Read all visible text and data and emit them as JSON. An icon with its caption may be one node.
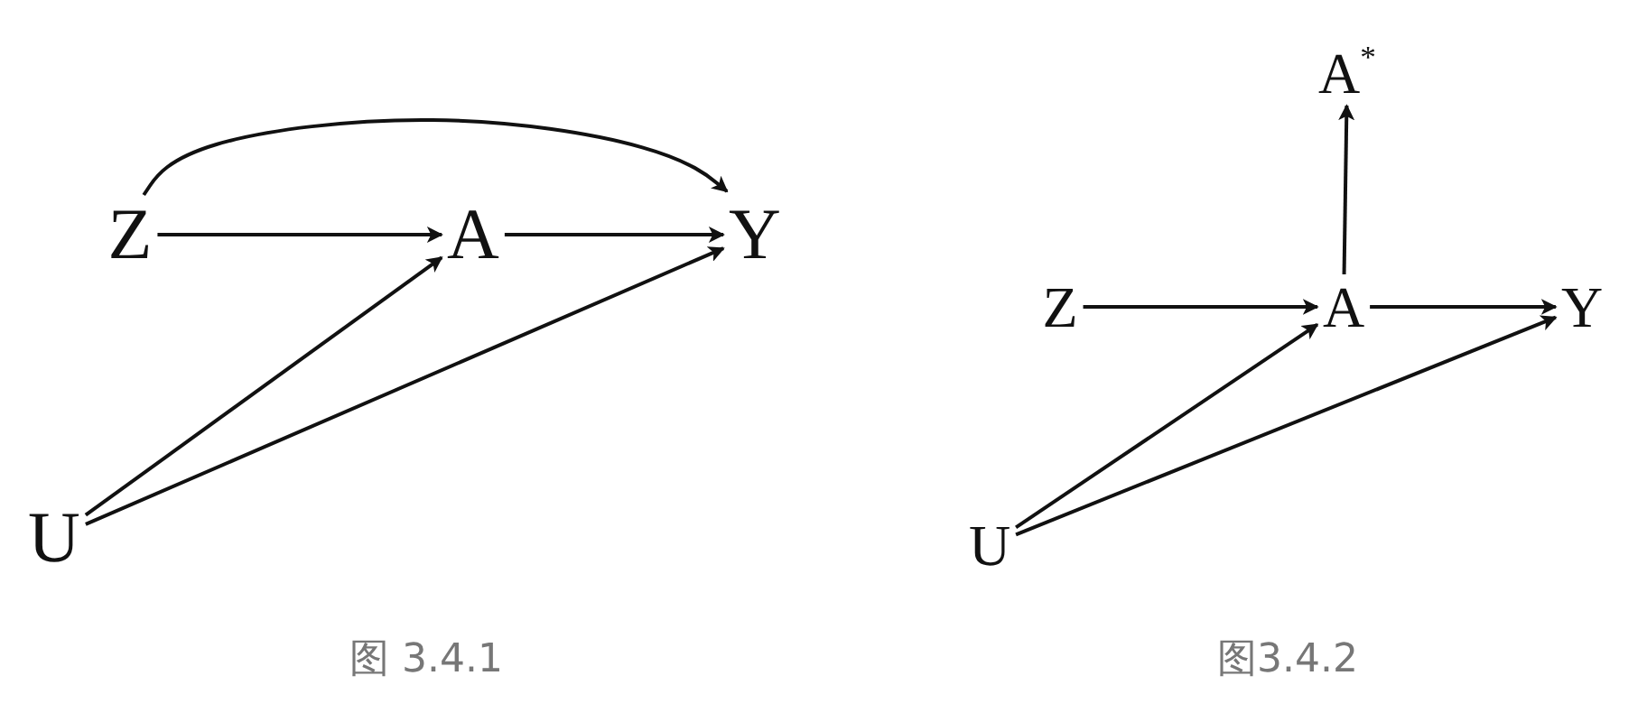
{
  "diagram": {
    "nodes": [
      {
        "text": [
          "Z"
        ]
      },
      {
        "text": [
          "A"
        ]
      },
      {
        "text": [
          "Y"
        ]
      },
      {
        "text": [
          "U"
        ]
      },
      {
        "text": [
          "A$^{*}$"
        ]
      },
      {
        "text": [
          "Z"
        ]
      },
      {
        "text": [
          "A"
        ]
      },
      {
        "text": [
          "Y"
        ]
      },
      {
        "text": [
          "U"
        ]
      }
    ],
    "edges": [
      {
        "from": 0,
        "to": 2,
        "arrow": "to"
      },
      {
        "from": 0,
        "to": 1,
        "arrow": "to"
      },
      {
        "from": 1,
        "to": 2,
        "arrow": "to"
      },
      {
        "from": 3,
        "to": 1,
        "arrow": "to"
      },
      {
        "from": 3,
        "to": 2,
        "arrow": "to"
      },
      {
        "from": 5,
        "to": 6,
        "arrow": "to"
      },
      {
        "from": 6,
        "to": 7,
        "arrow": "to"
      },
      {
        "from": 6,
        "to": 4,
        "arrow": "to"
      },
      {
        "from": 8,
        "to": 6,
        "arrow": "to"
      },
      {
        "from": 8,
        "to": 7,
        "arrow": "to"
      }
    ],
    "labels": [
      "图 3.4.1",
      "图3.4.2"
    ]
  }
}
